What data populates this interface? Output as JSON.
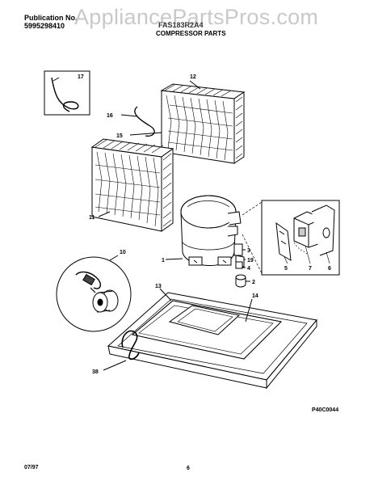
{
  "header": {
    "publication_label": "Publication No.",
    "publication_number": "5995298410",
    "watermark": "AppliancePartsPros.com",
    "model": "FAS183R2A4",
    "section_title": "COMPRESSOR PARTS"
  },
  "callouts": {
    "c17": "17",
    "c12": "12",
    "c16": "16",
    "c15": "15",
    "c11": "11",
    "c10": "10",
    "c1": "1",
    "c3": "3",
    "c19": "19",
    "c4": "4",
    "c2": "2",
    "c5": "5",
    "c7": "7",
    "c6": "6",
    "c13": "13",
    "c14": "14",
    "c38": "38"
  },
  "footer": {
    "figure_code": "P40C0044",
    "date": "07/97",
    "page": "6"
  }
}
